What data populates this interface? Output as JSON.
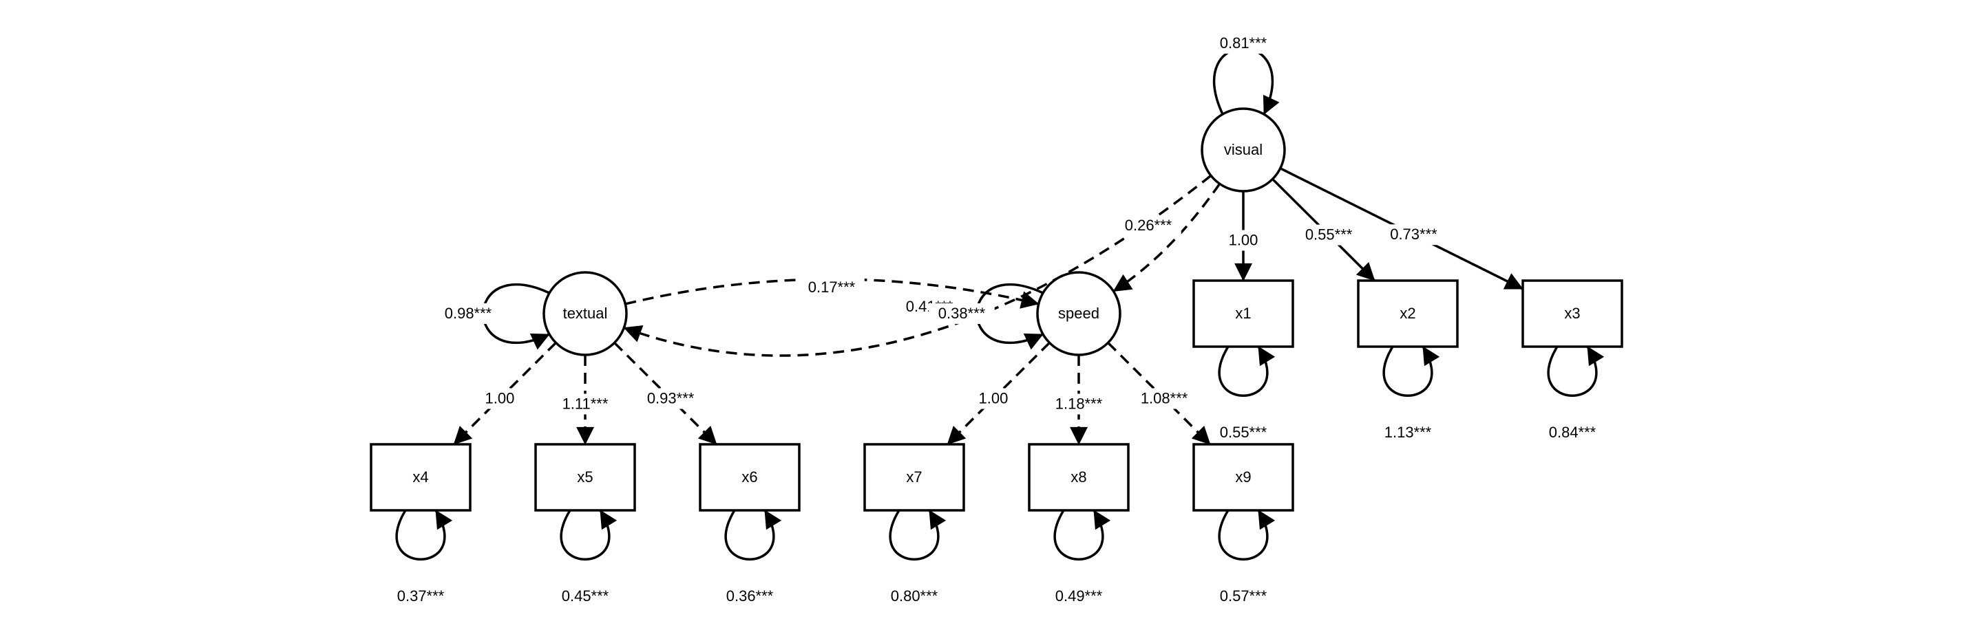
{
  "latent_nodes": [
    {
      "id": "visual",
      "label": "visual",
      "variance": "0.81***"
    },
    {
      "id": "textual",
      "label": "textual",
      "variance": "0.98***"
    },
    {
      "id": "speed",
      "label": "speed",
      "variance": "0.38***"
    }
  ],
  "observed_nodes": [
    {
      "id": "x1",
      "label": "x1",
      "residual": "0.55***"
    },
    {
      "id": "x2",
      "label": "x2",
      "residual": "1.13***"
    },
    {
      "id": "x3",
      "label": "x3",
      "residual": "0.84***"
    },
    {
      "id": "x4",
      "label": "x4",
      "residual": "0.37***"
    },
    {
      "id": "x5",
      "label": "x5",
      "residual": "0.45***"
    },
    {
      "id": "x6",
      "label": "x6",
      "residual": "0.36***"
    },
    {
      "id": "x7",
      "label": "x7",
      "residual": "0.80***"
    },
    {
      "id": "x8",
      "label": "x8",
      "residual": "0.49***"
    },
    {
      "id": "x9",
      "label": "x9",
      "residual": "0.57***"
    }
  ],
  "loadings": [
    {
      "from": "visual",
      "to": "x1",
      "label": "1.00",
      "fixed": true
    },
    {
      "from": "visual",
      "to": "x2",
      "label": "0.55***",
      "fixed": false
    },
    {
      "from": "visual",
      "to": "x3",
      "label": "0.73***",
      "fixed": false
    },
    {
      "from": "textual",
      "to": "x4",
      "label": "1.00",
      "fixed": true
    },
    {
      "from": "textual",
      "to": "x5",
      "label": "1.11***",
      "fixed": false
    },
    {
      "from": "textual",
      "to": "x6",
      "label": "0.93***",
      "fixed": false
    },
    {
      "from": "speed",
      "to": "x7",
      "label": "1.00",
      "fixed": true
    },
    {
      "from": "speed",
      "to": "x8",
      "label": "1.18***",
      "fixed": false
    },
    {
      "from": "speed",
      "to": "x9",
      "label": "1.08***",
      "fixed": false
    }
  ],
  "covariances": [
    {
      "a": "textual",
      "b": "speed",
      "label": "0.17***"
    },
    {
      "a": "visual",
      "b": "textual",
      "label": "0.41***"
    },
    {
      "a": "visual",
      "b": "speed",
      "label": "0.26***"
    }
  ]
}
